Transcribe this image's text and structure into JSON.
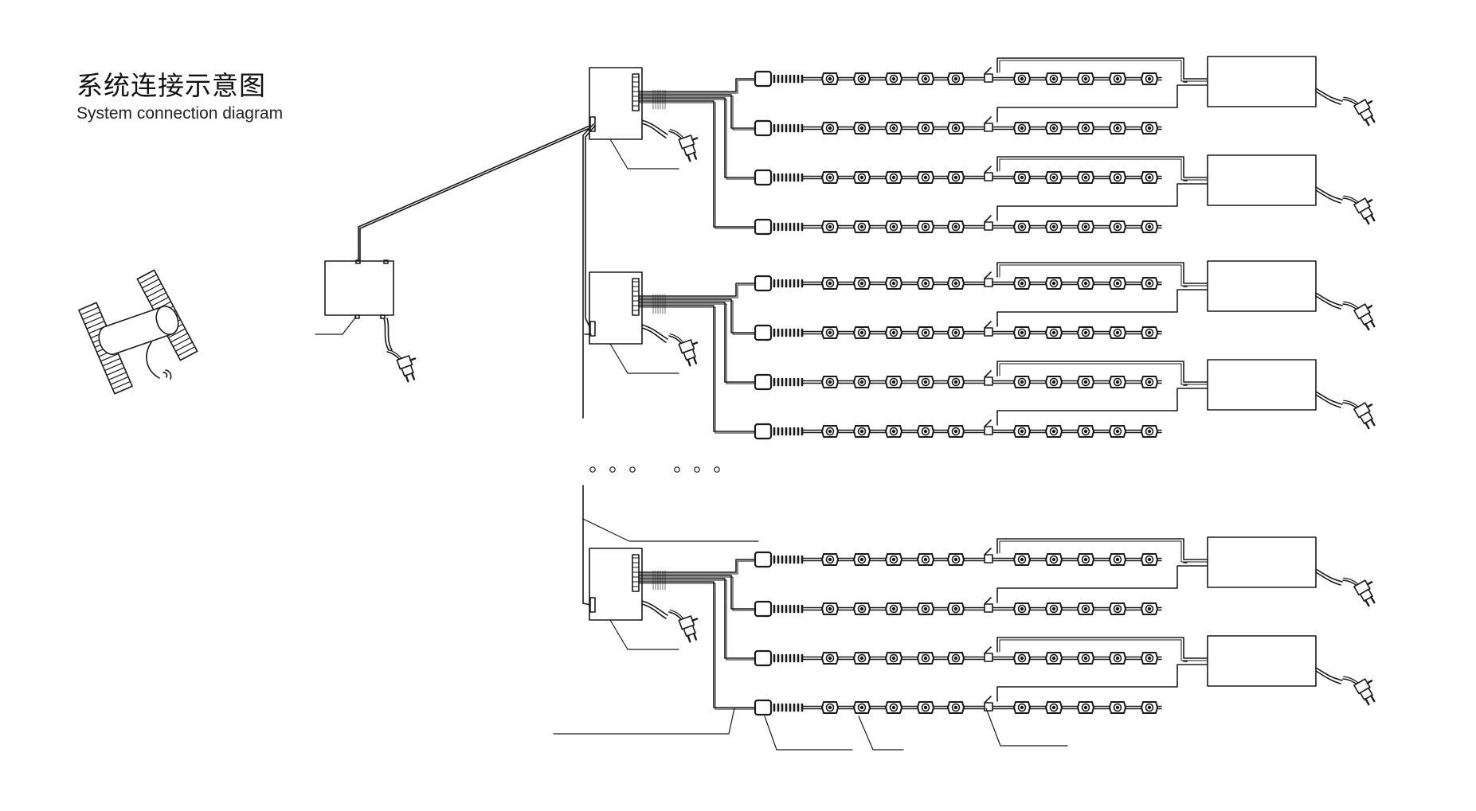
{
  "title": {
    "cn": "系统连接示意图",
    "en": "System connection diagram"
  },
  "style": {
    "line_color": "#1a1a1a",
    "background": "#ffffff"
  },
  "components": {
    "pixel_strings_per_group": 4,
    "pixels_per_string": 10,
    "power_supplies_per_group": 2,
    "groups_drawn": 3,
    "gap_indicator": "ellipsis-dots"
  },
  "icons": [
    "hand-controller-icon",
    "master-controller-icon",
    "sub-controller-icon",
    "pixel-node-icon",
    "power-supply-icon",
    "mains-plug-icon",
    "connector-icon"
  ]
}
